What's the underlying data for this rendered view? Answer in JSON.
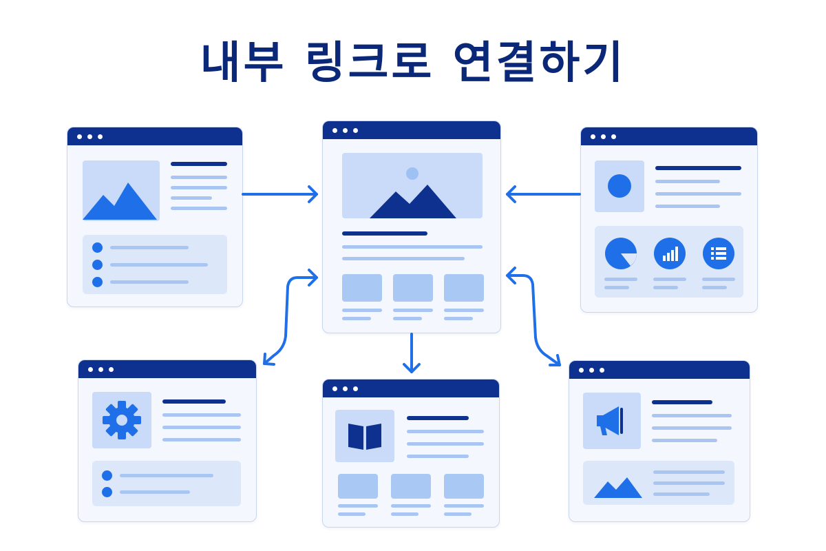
{
  "title": "내부 링크로 연결하기",
  "colors": {
    "navy": "#0e3190",
    "accent": "#1f6fe8",
    "light": "#c9dbf8",
    "line": "#a9c5f2"
  },
  "pages": [
    {
      "name": "left-top-page",
      "icons": [
        "mountain-image-icon"
      ]
    },
    {
      "name": "center-hub-page",
      "icons": [
        "mountain-image-icon"
      ]
    },
    {
      "name": "right-top-page",
      "icons": [
        "circle-icon",
        "pie-chart-icon",
        "bar-chart-icon",
        "list-icon"
      ]
    },
    {
      "name": "settings-page",
      "icons": [
        "gear-icon"
      ]
    },
    {
      "name": "book-page",
      "icons": [
        "book-icon"
      ]
    },
    {
      "name": "announcement-page",
      "icons": [
        "megaphone-icon",
        "mountain-image-icon"
      ]
    }
  ],
  "links": [
    {
      "from": "left-top-page",
      "to": "center-hub-page"
    },
    {
      "from": "right-top-page",
      "to": "center-hub-page"
    },
    {
      "from": "center-hub-page",
      "to": "settings-page",
      "bidirectional": true
    },
    {
      "from": "center-hub-page",
      "to": "book-page"
    },
    {
      "from": "center-hub-page",
      "to": "announcement-page",
      "bidirectional": true
    }
  ]
}
